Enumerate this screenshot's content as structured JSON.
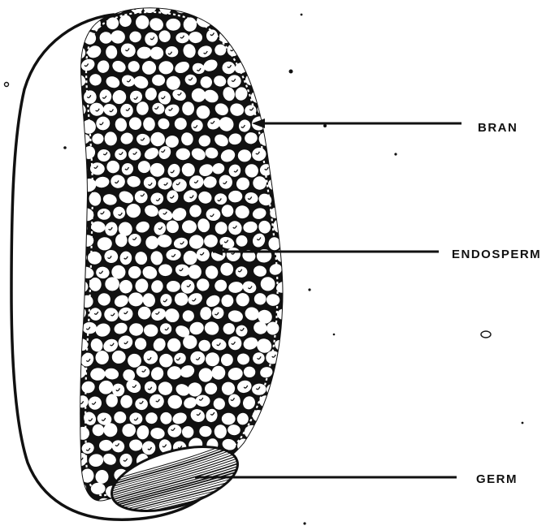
{
  "labels": {
    "bran": "BRAN",
    "endosperm": "ENDOSPERM",
    "germ": "GERM"
  },
  "colors": {
    "ink": "#111111",
    "paper": "#ffffff"
  }
}
